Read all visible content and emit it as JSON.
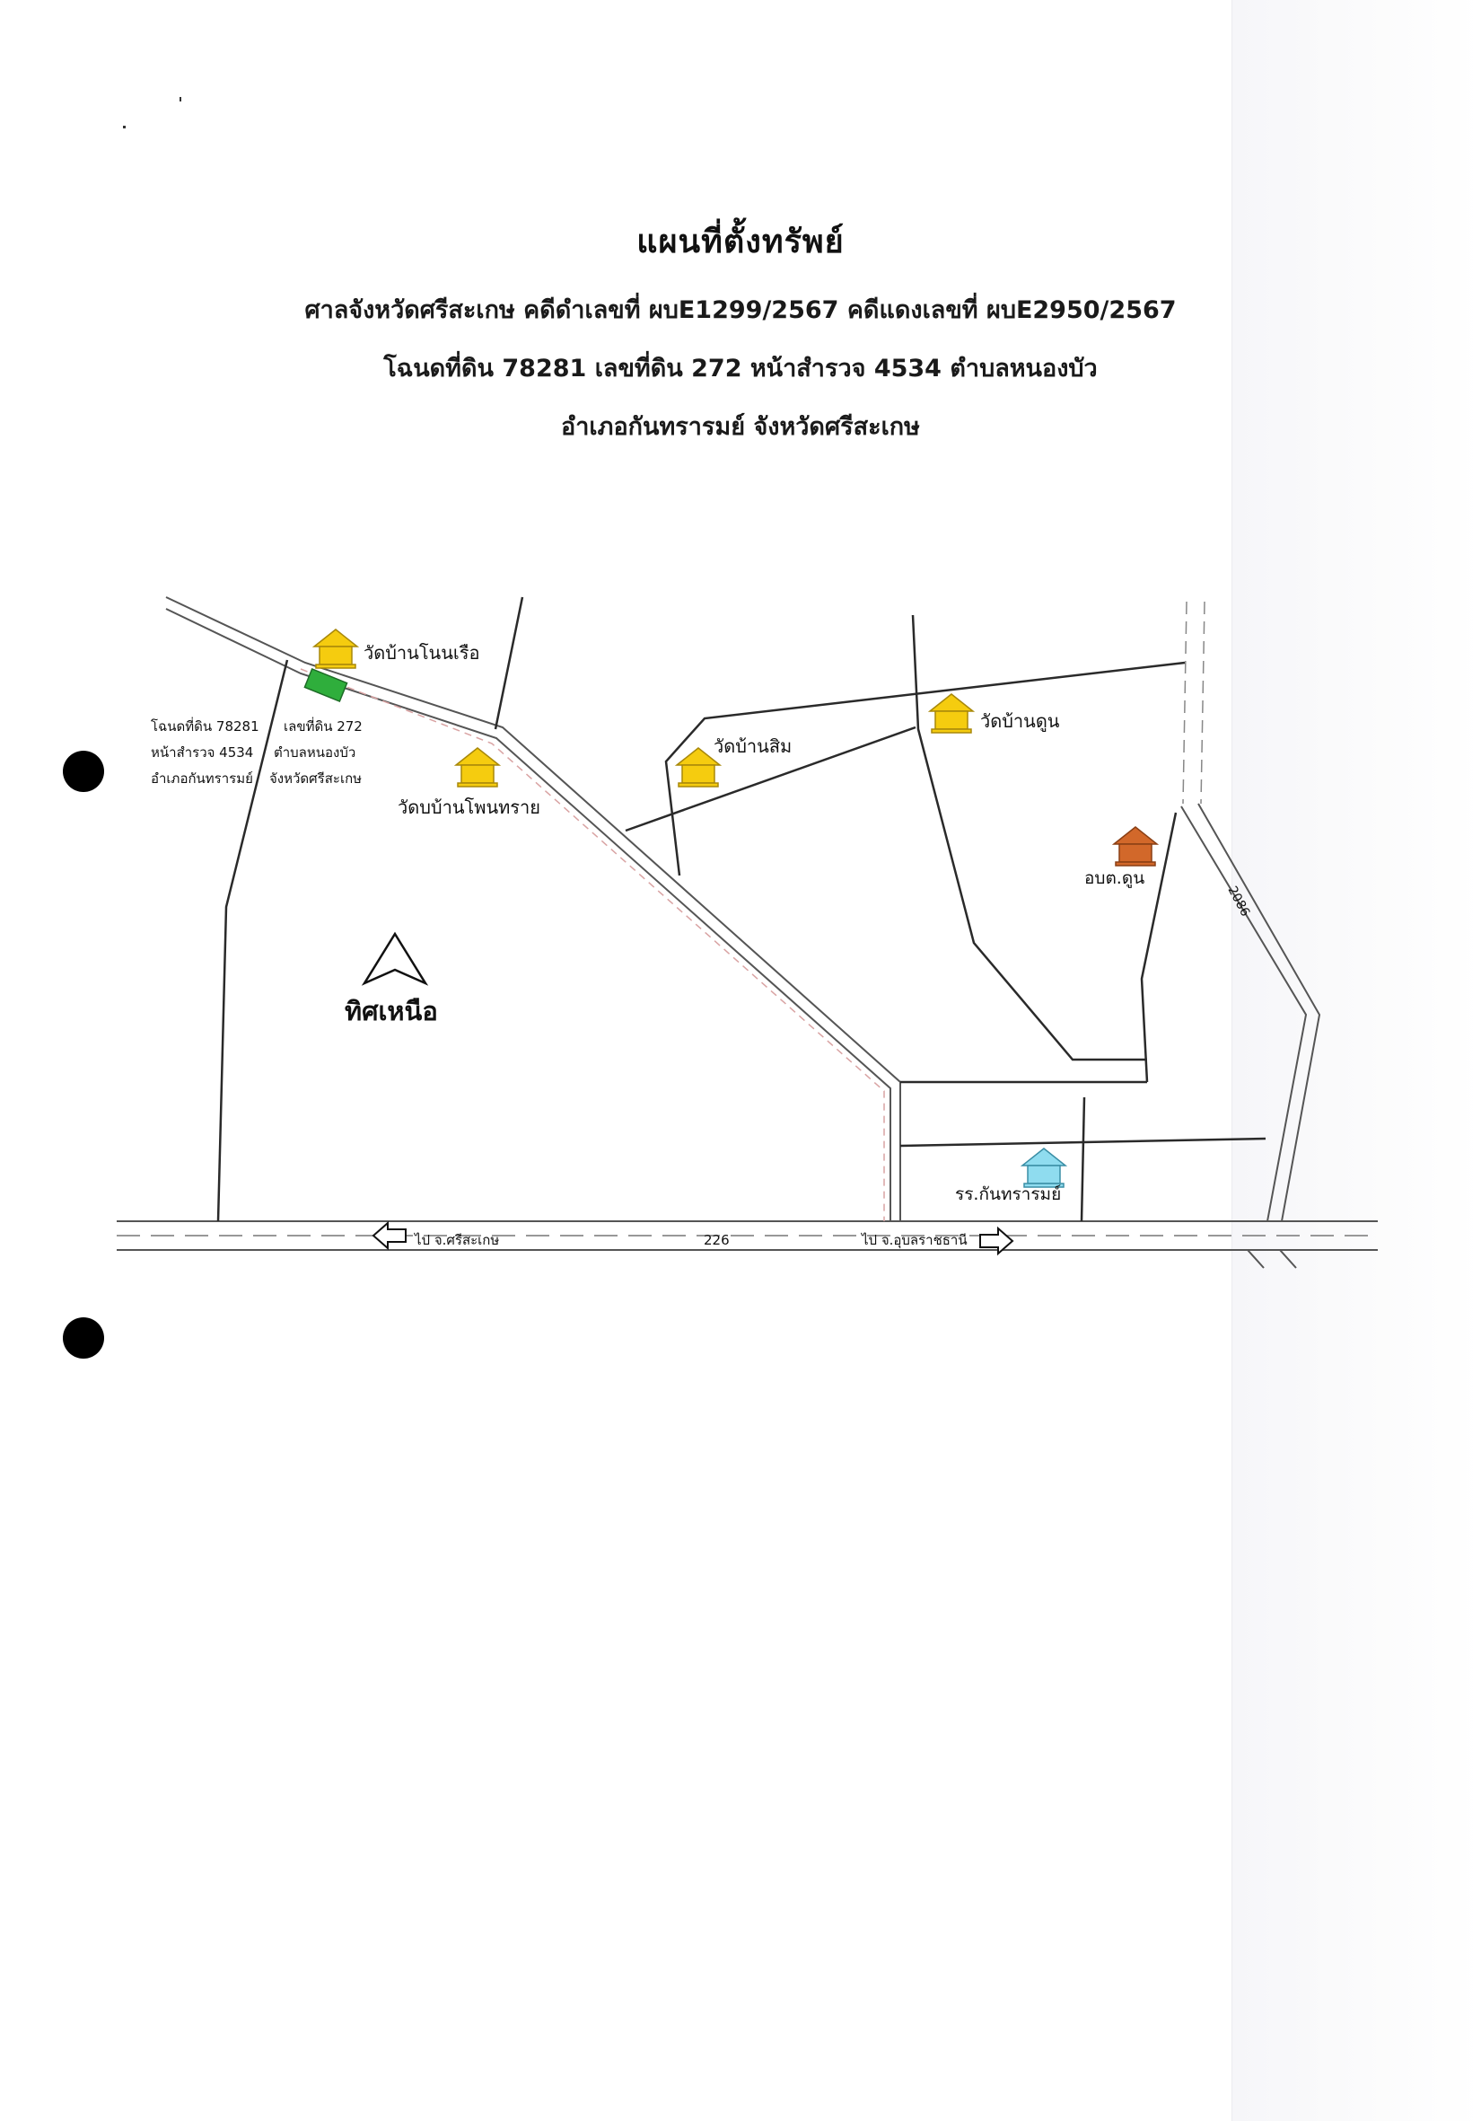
{
  "document": {
    "title": "แผนที่ตั้งทรัพย์",
    "line1": "ศาลจังหวัดศรีสะเกษ คดีดำเลขที่ ผบE1299/2567 คดีแดงเลขที่ ผบE2950/2567",
    "line2": "โฉนดที่ดิน 78281 เลขที่ดิน 272 หน้าสำรวจ 4534 ตำบลหนองบัว",
    "line3": "อำเภอกันทรารมย์ จังหวัดศรีสะเกษ"
  },
  "map": {
    "landmarks": {
      "wat_non_ruea": "วัดบ้านโนนเรือ",
      "wat_phon_sai": "วัดบบ้านโพนทราย",
      "wat_som": "วัดบ้านสิม",
      "wat_dun": "วัดบ้านดูน",
      "sao_dun": "อบต.ดูน",
      "school": "รร.กันทรารมย์"
    },
    "parcel_note": {
      "l1a": "โฉนดที่ดิน 78281",
      "l1b": "เลขที่ดิน 272",
      "l2a": "หน้าสำรวจ 4534",
      "l2b": "ตำบลหนองบัว",
      "l3a": "อำเภอกันทรารมย์",
      "l3b": "จังหวัดศรีสะเกษ"
    },
    "north_label": "ทิศเหนือ",
    "roads": {
      "main_number": "226",
      "side_number": "2086",
      "to_west": "ไป จ.ศรีสะเกษ",
      "to_east": "ไป จ.อุบลราชธานี"
    },
    "colors": {
      "temple": "#f5cc0f",
      "sao": "#d2682a",
      "school": "#8fdcef",
      "parcel": "#2fae3c",
      "road": "#555555",
      "road_dash": "#d9a3a3"
    }
  }
}
